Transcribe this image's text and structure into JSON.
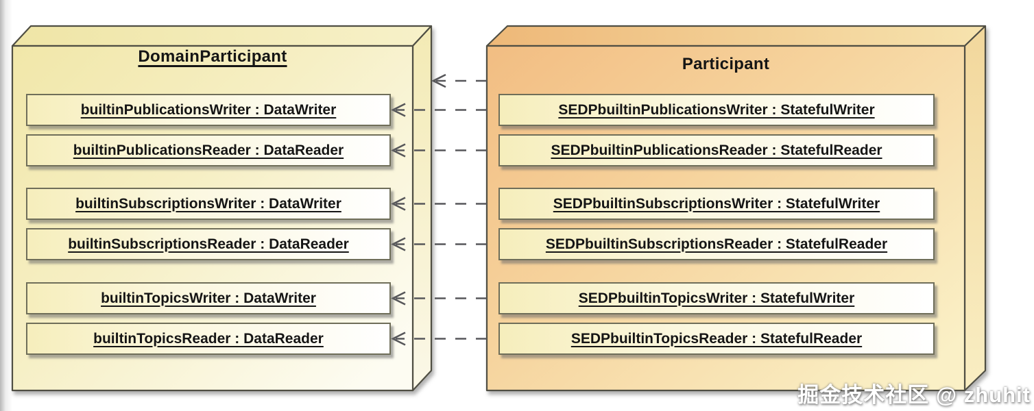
{
  "left_box": {
    "title": "DomainParticipant",
    "items": [
      "builtinPublicationsWriter : DataWriter",
      "builtinPublicationsReader : DataReader",
      "builtinSubscriptionsWriter : DataWriter",
      "builtinSubscriptionsReader : DataReader",
      "builtinTopicsWriter : DataWriter",
      "builtinTopicsReader : DataReader"
    ]
  },
  "right_box": {
    "title": "Participant",
    "items": [
      "SEDPbuiltinPublicationsWriter : StatefulWriter",
      "SEDPbuiltinPublicationsReader : StatefulReader",
      "SEDPbuiltinSubscriptionsWriter : StatefulWriter",
      "SEDPbuiltinSubscriptionsReader : StatefulReader",
      "SEDPbuiltinTopicsWriter : StatefulWriter",
      "SEDPbuiltinTopicsReader : StatefulReader"
    ]
  },
  "connections": {
    "style": "dashed-open-arrow",
    "direction": "right-to-left",
    "count": 7
  },
  "watermark": "掘金技术社区 @ zhuhit",
  "colors": {
    "left_box_fill_start": "#f1e7a9",
    "left_box_fill_end": "#fdfcf2",
    "right_box_fill_start": "#f2bd82",
    "right_box_fill_end": "#faf0c6",
    "item_fill_start": "#f6eebc",
    "item_fill_end": "#ffffff",
    "outline": "#4f4e43",
    "arrow": "#57575a",
    "text": "#151515"
  }
}
